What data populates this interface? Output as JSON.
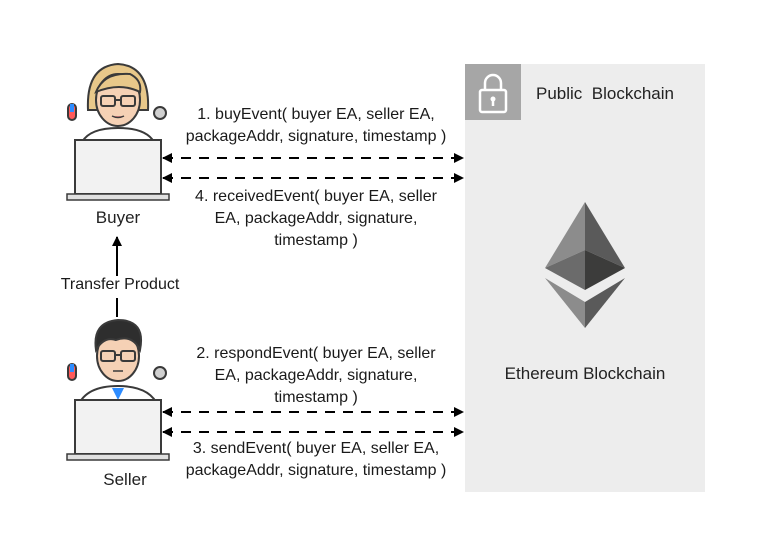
{
  "blockchain": {
    "title": "Public  Blockchain",
    "label": "Ethereum Blockchain"
  },
  "actors": {
    "buyer": "Buyer",
    "seller": "Seller"
  },
  "transfer_label": "Transfer Product",
  "messages": {
    "m1": "1. buyEvent( buyer EA, seller EA,\npackageAddr, signature, timestamp )",
    "m4": "4. receivedEvent( buyer EA, seller\nEA, packageAddr, signature,\ntimestamp )",
    "m2": "2. respondEvent( buyer EA, seller\nEA, packageAddr, signature,\ntimestamp )",
    "m3": "3. sendEvent( buyer EA, seller EA,\npackageAddr, signature, timestamp )"
  },
  "colors": {
    "panel": "#ededed",
    "lock_box": "#a6a6a6",
    "eth_light": "#8c8c8c",
    "eth_dark": "#3c3c3b"
  }
}
